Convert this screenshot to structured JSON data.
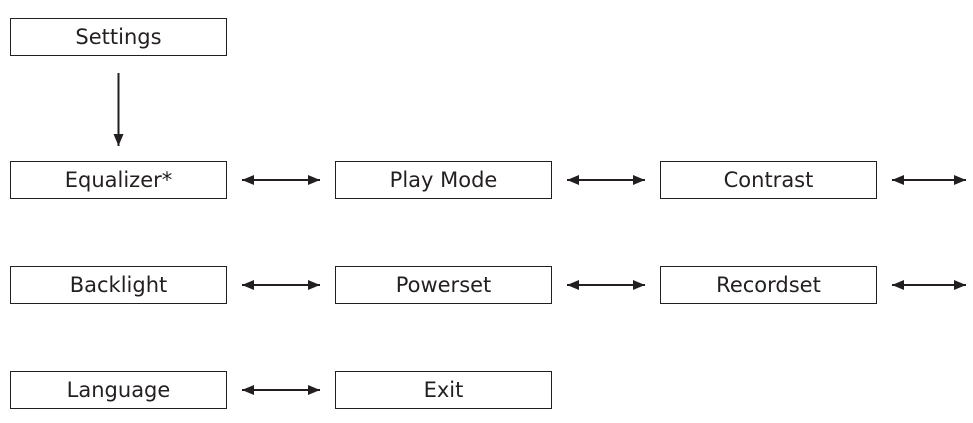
{
  "diagram": {
    "root": {
      "label": "Settings"
    },
    "rows": [
      {
        "items": [
          {
            "label": "Equalizer*"
          },
          {
            "label": "Play Mode"
          },
          {
            "label": "Contrast"
          }
        ],
        "trailing_arrow": true
      },
      {
        "items": [
          {
            "label": "Backlight"
          },
          {
            "label": "Powerset"
          },
          {
            "label": "Recordset"
          }
        ],
        "trailing_arrow": true
      },
      {
        "items": [
          {
            "label": "Language"
          },
          {
            "label": "Exit"
          }
        ],
        "trailing_arrow": false
      }
    ],
    "colors": {
      "line": "#231f20",
      "fill": "#ffffff"
    }
  }
}
